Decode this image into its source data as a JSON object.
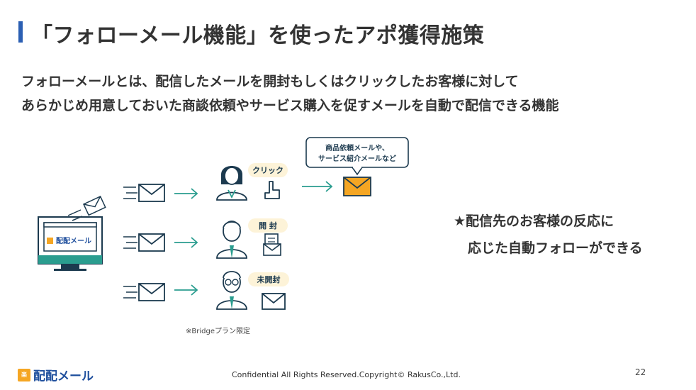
{
  "slide": {
    "title": "「フォローメール機能」を使ったアポ獲得施策",
    "description_line1": "フォローメールとは、配信したメールを開封もしくはクリックしたお客様に対して",
    "description_line2": "あらかじめ用意しておいた商談依頼やサービス購入を促すメールを自動で配信できる機能",
    "diagram": {
      "monitor_app_label": "配配メール",
      "speech_bubble_line1": "商品依頼メールや、",
      "speech_bubble_line2": "サービス紹介メールなど",
      "badge_click": "クリック",
      "badge_open": "開 封",
      "badge_unopened": "未開封",
      "footnote": "※Bridgeプラン限定"
    },
    "right_note_line1": "★配信先のお客様の反応に",
    "right_note_line2": "応じた自動フォローができる",
    "footer_logo_mark": "楽",
    "footer_logo_name": "配配メール",
    "footer_copyright": "Confidential All Rights Reserved.Copyright© RakusCo.,Ltd.",
    "page_number": "22"
  },
  "colors": {
    "accent": "#2b5fb3",
    "teal": "#2a9d8f",
    "navy": "#1c3a4f",
    "orange": "#f5a623",
    "badge_bg": "#fdf3d8"
  }
}
